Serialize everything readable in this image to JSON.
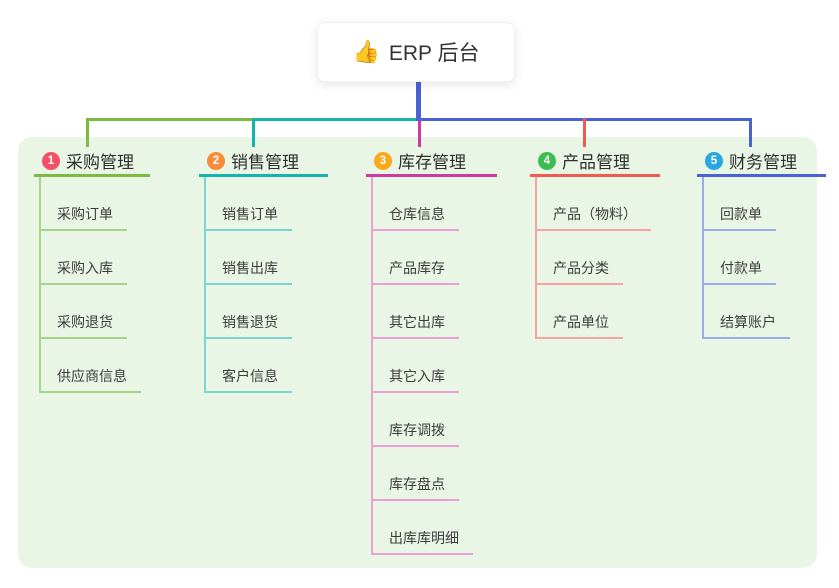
{
  "root": {
    "emoji": "👍",
    "label": "ERP 后台"
  },
  "colors": {
    "canvas_bg": "#FFFFFF",
    "panel_bg": "#E9F6E5",
    "root_line": "#4A62D2",
    "header_text": "#2F2F2F",
    "item_text": "#3D3D3D"
  },
  "branches": [
    {
      "num": "1",
      "label": "采购管理",
      "circle_color": "#F25168",
      "line_color": "#7DBA40",
      "item_line_color": "#A7D488",
      "items": [
        "采购订单",
        "采购入库",
        "采购退货",
        "供应商信息"
      ]
    },
    {
      "num": "2",
      "label": "销售管理",
      "circle_color": "#FA8B3A",
      "line_color": "#14B3AC",
      "item_line_color": "#7DD5D0",
      "items": [
        "销售订单",
        "销售出库",
        "销售退货",
        "客户信息"
      ]
    },
    {
      "num": "3",
      "label": "库存管理",
      "circle_color": "#FBA819",
      "line_color": "#CC3AA2",
      "item_line_color": "#EBA0D3",
      "items": [
        "仓库信息",
        "产品库存",
        "其它出库",
        "其它入库",
        "库存调拨",
        "库存盘点",
        "出库库明细"
      ]
    },
    {
      "num": "4",
      "label": "产品管理",
      "circle_color": "#3CBD51",
      "line_color": "#EF5A52",
      "item_line_color": "#F6A49D",
      "items": [
        "产品（物料）",
        "产品分类",
        "产品单位"
      ]
    },
    {
      "num": "5",
      "label": "财务管理",
      "circle_color": "#2AA7E0",
      "line_color": "#4A62D2",
      "item_line_color": "#9AACE5",
      "items": [
        "回款单",
        "付款单",
        "结算账户"
      ]
    }
  ]
}
